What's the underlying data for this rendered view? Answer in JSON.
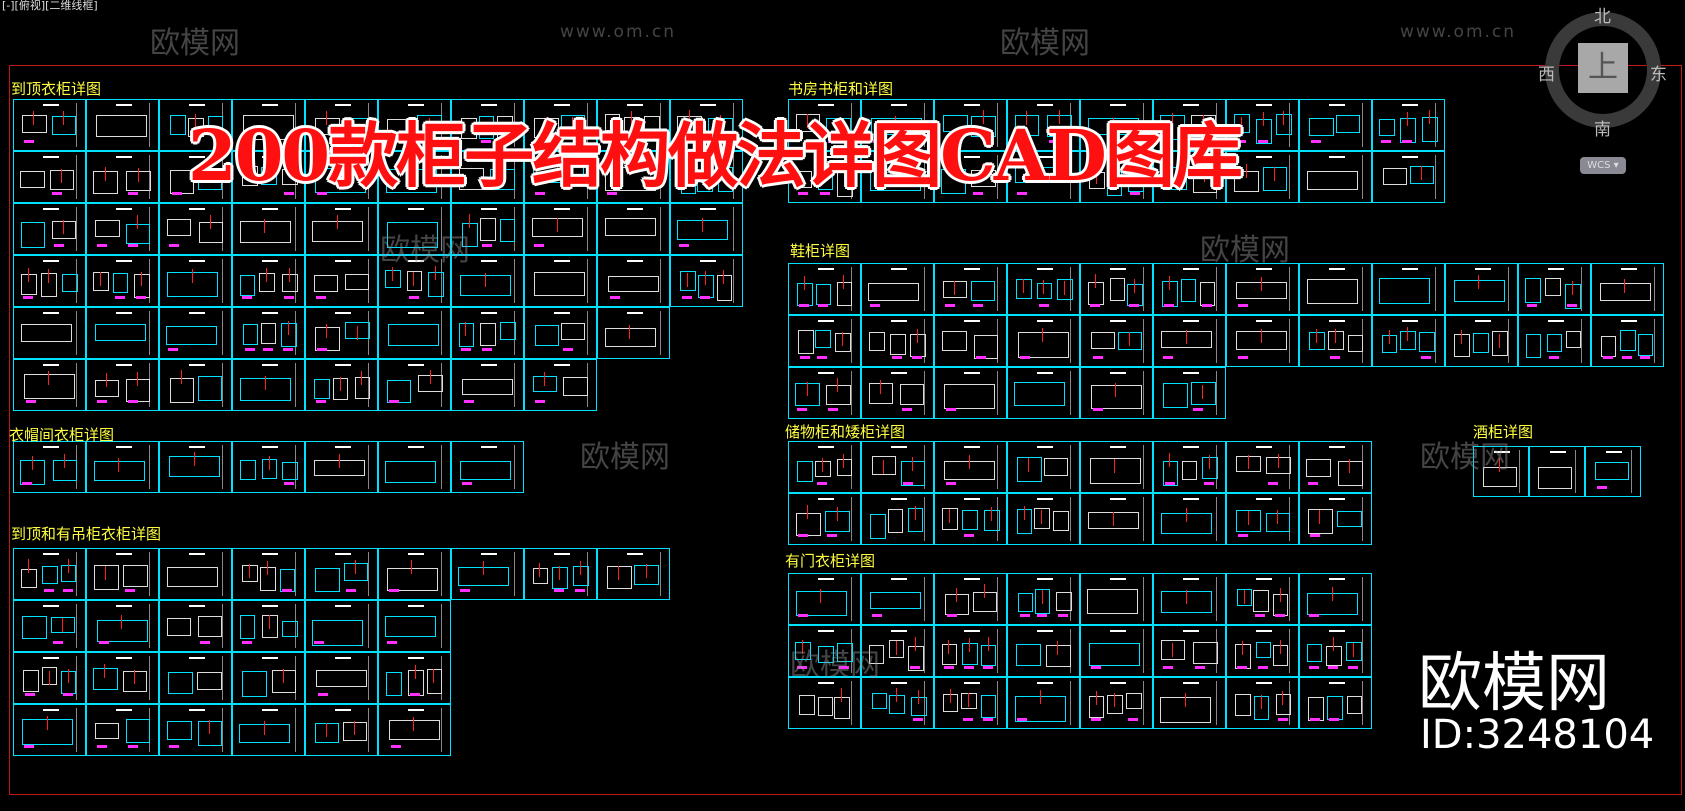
{
  "viewport_label": "[-][俯视][二维线框]",
  "title": "200款柜子结构做法详图CAD图库",
  "sections": [
    {
      "id": "full-height-wardrobe",
      "label": "到顶衣柜详图"
    },
    {
      "id": "study-bookcase",
      "label": "书房书柜和详图"
    },
    {
      "id": "shoe-cabinet",
      "label": "鞋柜详图"
    },
    {
      "id": "cloakroom-wardrobe",
      "label": "衣帽间衣柜详图"
    },
    {
      "id": "storage-low-cabinet",
      "label": "储物柜和矮柜详图"
    },
    {
      "id": "wine-cabinet",
      "label": "酒柜详图"
    },
    {
      "id": "full-height-hanging-wardrobe",
      "label": "到顶和有吊柜衣柜详图"
    },
    {
      "id": "door-wardrobe",
      "label": "有门衣柜详图"
    }
  ],
  "compass": {
    "north": "北",
    "south": "南",
    "east": "东",
    "west": "西",
    "top_face": "上",
    "wcs_label": "WCS"
  },
  "watermark": {
    "brand": "欧模网",
    "url": "www.om.cn"
  },
  "brand_badge": {
    "name": "欧模网",
    "id": "ID:3248104"
  },
  "colors": {
    "background": "#000000",
    "sheet_border": "#00e0ff",
    "frame": "#c01818",
    "label": "#ffff40",
    "title": "#ff1010"
  }
}
